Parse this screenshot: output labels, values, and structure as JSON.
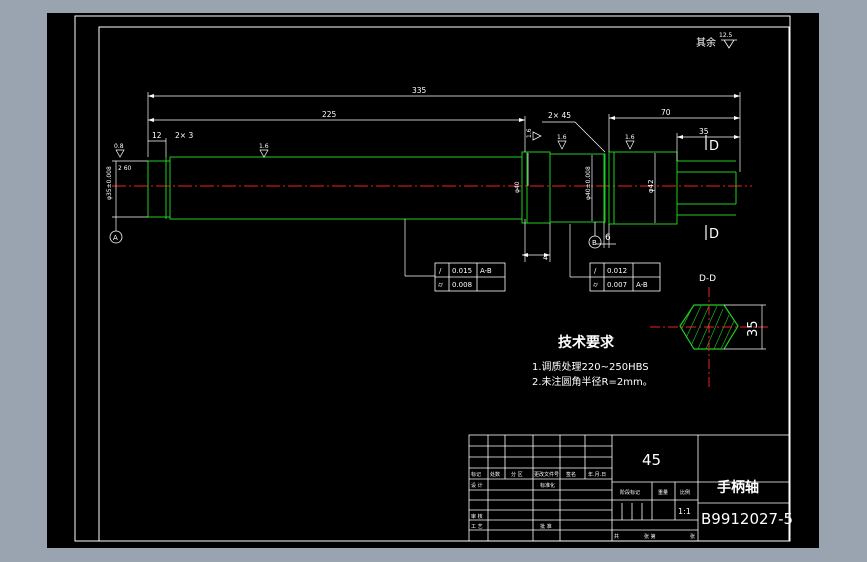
{
  "drawing": {
    "default_roughness_label": "其余",
    "default_roughness_value": "12.5",
    "dimensions": {
      "overall_length": "335",
      "length_225": "225",
      "length_70": "70",
      "length_35_top": "35",
      "length_12": "12",
      "chamfer_left": "2× 3",
      "chamfer_right": "2× 45",
      "dia_left": "φ35±0.008",
      "dia_main": "φ40",
      "dia_bearing": "φ40±0.008",
      "dia_right": "φ42",
      "len_4": "4",
      "len_6": "6",
      "label_0_8": "0.8",
      "label_2_60": "2  60"
    },
    "roughness": [
      "1.6",
      "1.6",
      "1.6",
      "1.6",
      "0.8"
    ],
    "datums": {
      "a": "A",
      "b": "B"
    },
    "section_mark": "D",
    "tolerance_frames": [
      {
        "rows": [
          {
            "symbol": "/",
            "value": "0.015",
            "datum": "A-B"
          },
          {
            "symbol": "⌭",
            "value": "0.008",
            "datum": ""
          }
        ]
      },
      {
        "rows": [
          {
            "symbol": "/",
            "value": "0.012",
            "datum": ""
          },
          {
            "symbol": "⌭",
            "value": "0.007",
            "datum": "A-B"
          }
        ]
      }
    ],
    "section_view": {
      "title": "D-D",
      "dimension": "35"
    },
    "technical_requirements": {
      "title": "技术要求",
      "items": [
        "1.调质处理220~250HBS",
        "2.未注圆角半径R=2mm。"
      ]
    },
    "title_block": {
      "material": "45",
      "part_name": "手柄轴",
      "drawing_number": "B9912027-5",
      "scale": "1:1",
      "headers": [
        "标记",
        "处数",
        "分 区",
        "更改文件号",
        "签名",
        "年.月.日"
      ],
      "labels": [
        "设 计",
        "标准化",
        "审 核",
        "工 艺",
        "批 准",
        "阶段标记",
        "重量",
        "比例",
        "共",
        "张 第",
        "张"
      ]
    }
  }
}
